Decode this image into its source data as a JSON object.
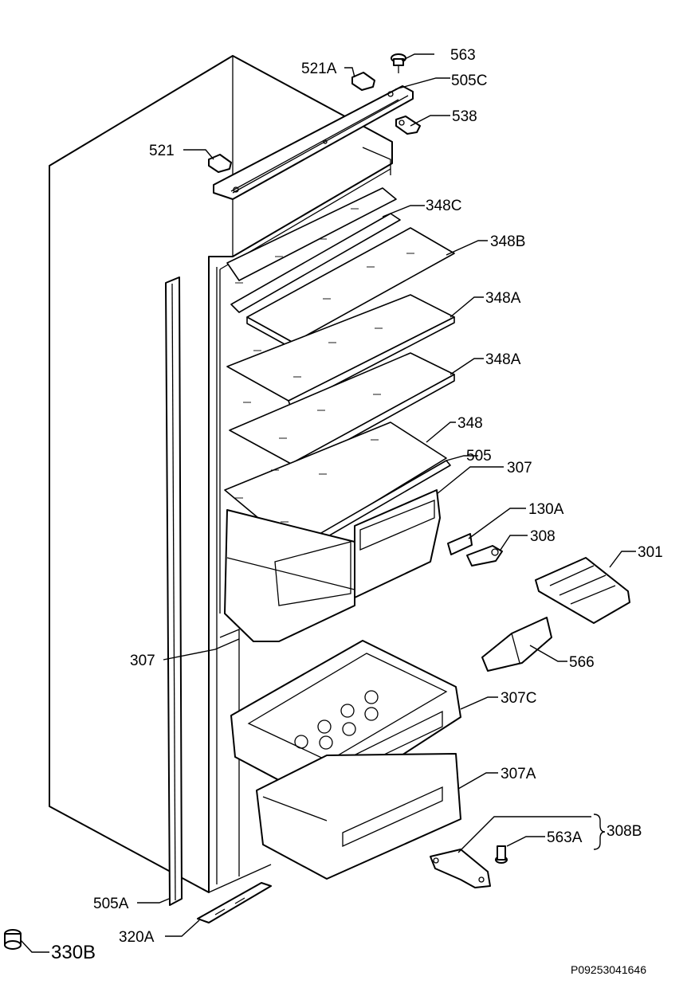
{
  "diagram": {
    "reference_code": "P09253041646",
    "labels": {
      "l563": "563",
      "l521A": "521A",
      "l505C": "505C",
      "l538": "538",
      "l521": "521",
      "l348C": "348C",
      "l348B": "348B",
      "l348A_1": "348A",
      "l348A_2": "348A",
      "l348": "348",
      "l505": "505",
      "l307_top": "307",
      "l130A": "130A",
      "l308": "308",
      "l301": "301",
      "l566": "566",
      "l307_left": "307",
      "l307C": "307C",
      "l307A": "307A",
      "l563A": "563A",
      "l308B": "308B",
      "l505A": "505A",
      "l320A": "320A",
      "l330B": "330B"
    }
  }
}
